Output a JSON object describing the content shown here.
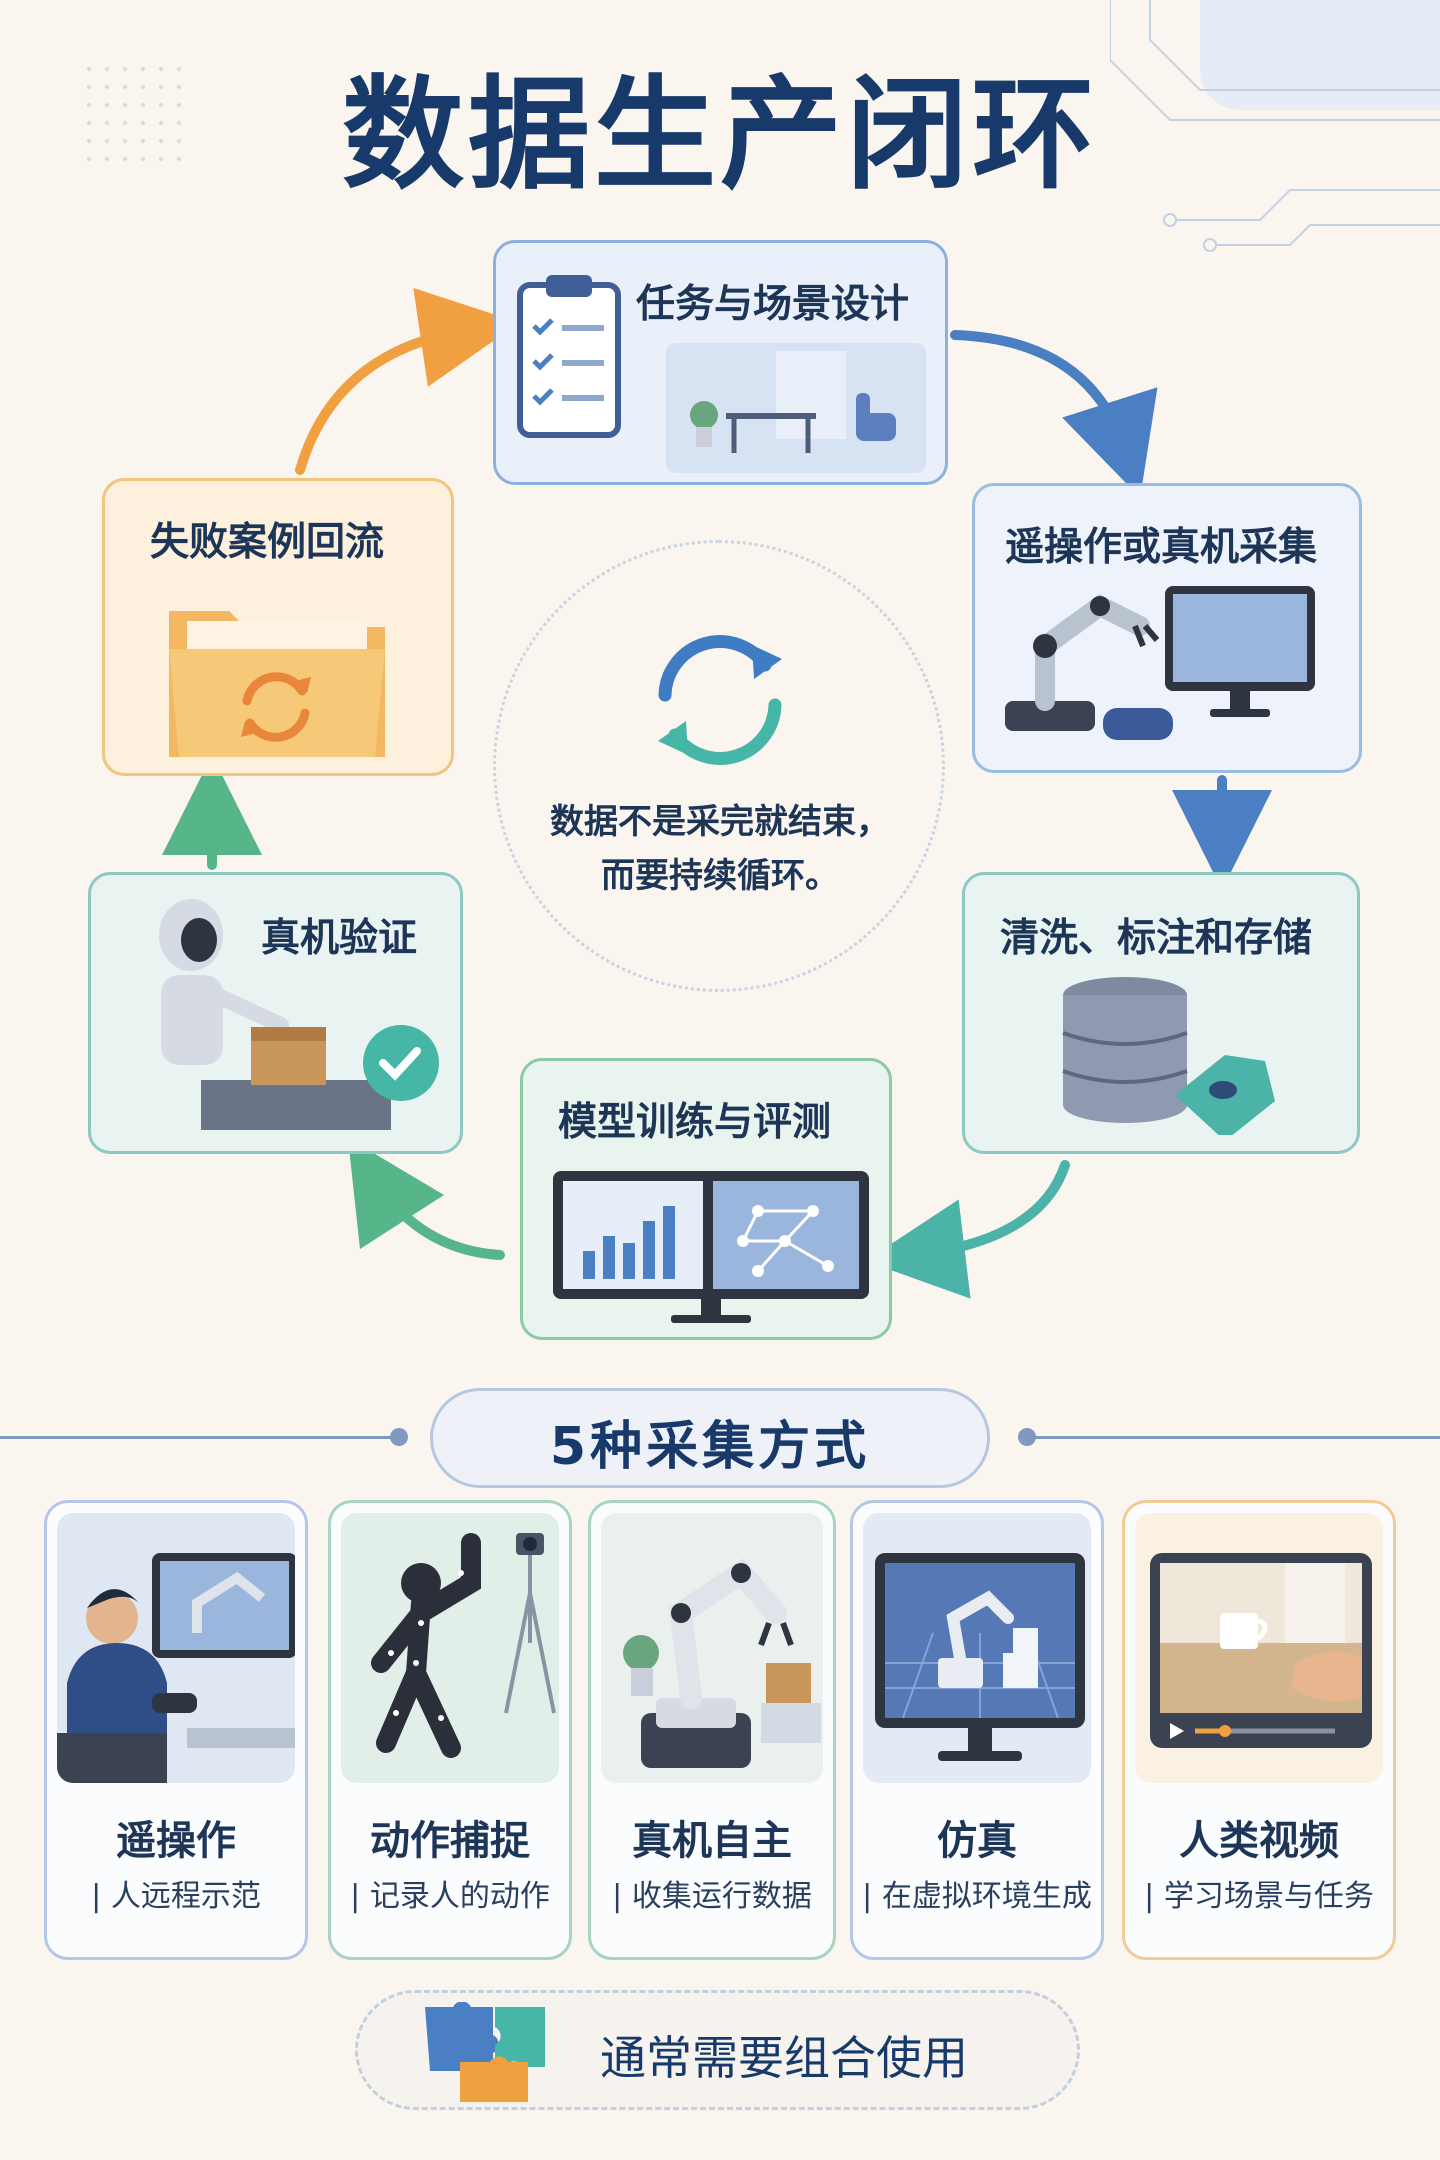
{
  "title": "数据生产闭环",
  "loop": {
    "steps": [
      {
        "label": "任务与场景设计"
      },
      {
        "label": "遥操作或真机采集"
      },
      {
        "label": "清洗、标注和存储"
      },
      {
        "label": "模型训练与评测"
      },
      {
        "label": "真机验证"
      },
      {
        "label": "失败案例回流"
      }
    ],
    "center": {
      "line1": "数据不是采完就结束，",
      "line2": "而要持续循环。"
    }
  },
  "methods_section": {
    "title": "5种采集方式",
    "items": [
      {
        "name": "遥操作",
        "desc": "| 人远程示范"
      },
      {
        "name": "动作捕捉",
        "desc": "| 记录人的动作"
      },
      {
        "name": "真机自主",
        "desc": "| 收集运行数据"
      },
      {
        "name": "仿真",
        "desc": "| 在虚拟环境生成"
      },
      {
        "name": "人类视频",
        "desc": "| 学习场景与任务"
      }
    ]
  },
  "footer": {
    "text": "通常需要组合使用"
  },
  "colors": {
    "title": "#173a6b",
    "blue": "#4a7fc4",
    "teal": "#4bb3a8",
    "green": "#57b58a",
    "orange": "#f0a040"
  }
}
